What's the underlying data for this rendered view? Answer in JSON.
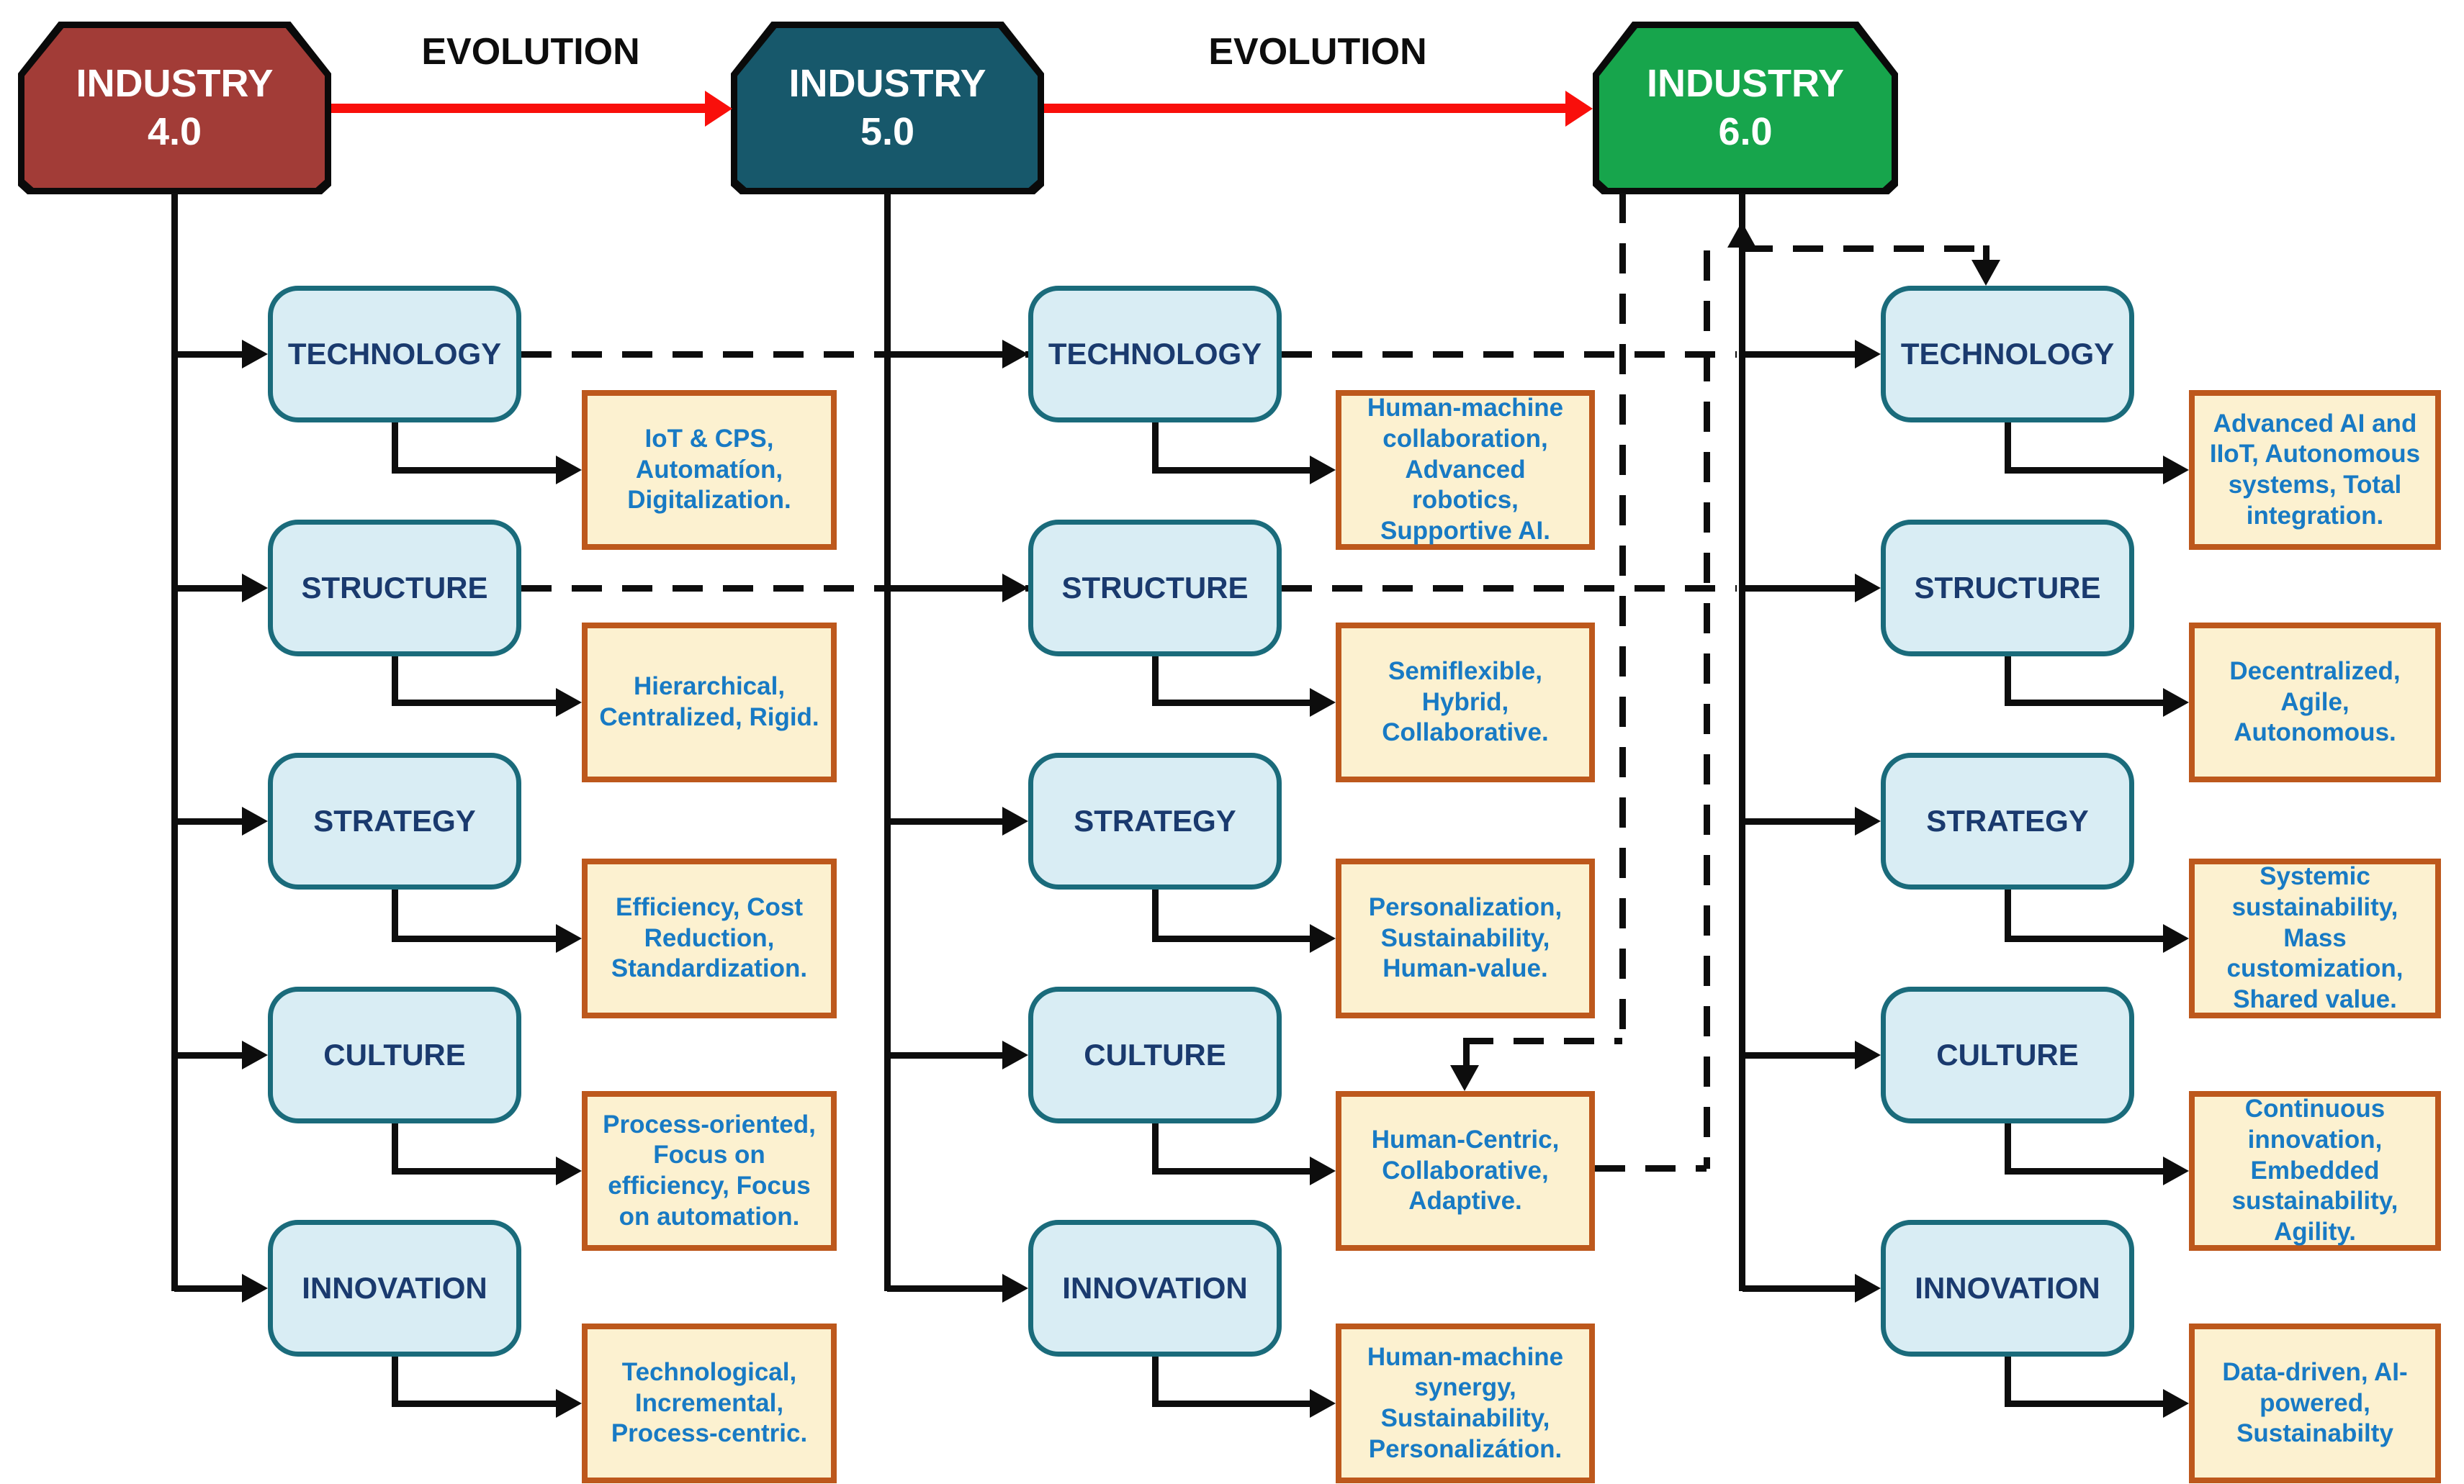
{
  "palette": {
    "stage_40": "#A23C37",
    "stage_50": "#17586B",
    "stage_60": "#17A54C",
    "category_fill": "#D9EDF4",
    "category_border": "#1A6B7B",
    "category_text": "#1A3A6E",
    "description_fill": "#FCF1D0",
    "description_border": "#BD581C",
    "description_text": "#187AC4",
    "connector": "#0d0d0d",
    "evolution_arrow": "#F90F0B"
  },
  "evolution_labels": [
    "EVOLUTION",
    "EVOLUTION"
  ],
  "stages": [
    {
      "name": "INDUSTRY",
      "version": "4.0",
      "color": "#A23C37",
      "dims": [
        {
          "label": "TECHNOLOGY",
          "desc": "IoT & CPS, Automatíon, Digitalization."
        },
        {
          "label": "STRUCTURE",
          "desc": "Hierarchical, Centralized, Rigid."
        },
        {
          "label": "STRATEGY",
          "desc": "Efficiency, Cost Reduction, Standardization."
        },
        {
          "label": "CULTURE",
          "desc": "Process-oriented, Focus on efficiency, Focus on automation."
        },
        {
          "label": "INNOVATION",
          "desc": "Technological, Incremental, Process-centric."
        }
      ]
    },
    {
      "name": "INDUSTRY",
      "version": "5.0",
      "color": "#17586B",
      "dims": [
        {
          "label": "TECHNOLOGY",
          "desc": "Human-machine collaboration, Advanced robotics, Supportive AI."
        },
        {
          "label": "STRUCTURE",
          "desc": "Semiflexible, Hybrid, Collaborative."
        },
        {
          "label": "STRATEGY",
          "desc": "Personalization, Sustainability, Human-value."
        },
        {
          "label": "CULTURE",
          "desc": "Human-Centric, Collaborative, Adaptive."
        },
        {
          "label": "INNOVATION",
          "desc": "Human-machine synergy, Sustainability, Personalizátion."
        }
      ]
    },
    {
      "name": "INDUSTRY",
      "version": "6.0",
      "color": "#17A54C",
      "dims": [
        {
          "label": "TECHNOLOGY",
          "desc": "Advanced AI and IIoT, Autonomous systems, Total integration."
        },
        {
          "label": "STRUCTURE",
          "desc": "Decentralized, Agile, Autonomous."
        },
        {
          "label": "STRATEGY",
          "desc": "Systemic sustainability, Mass customization, Shared value."
        },
        {
          "label": "CULTURE",
          "desc": "Continuous innovation, Embedded sustainability, Agility."
        },
        {
          "label": "INNOVATION",
          "desc": "Data-driven, AI-powered, Sustainabilty"
        }
      ]
    }
  ]
}
